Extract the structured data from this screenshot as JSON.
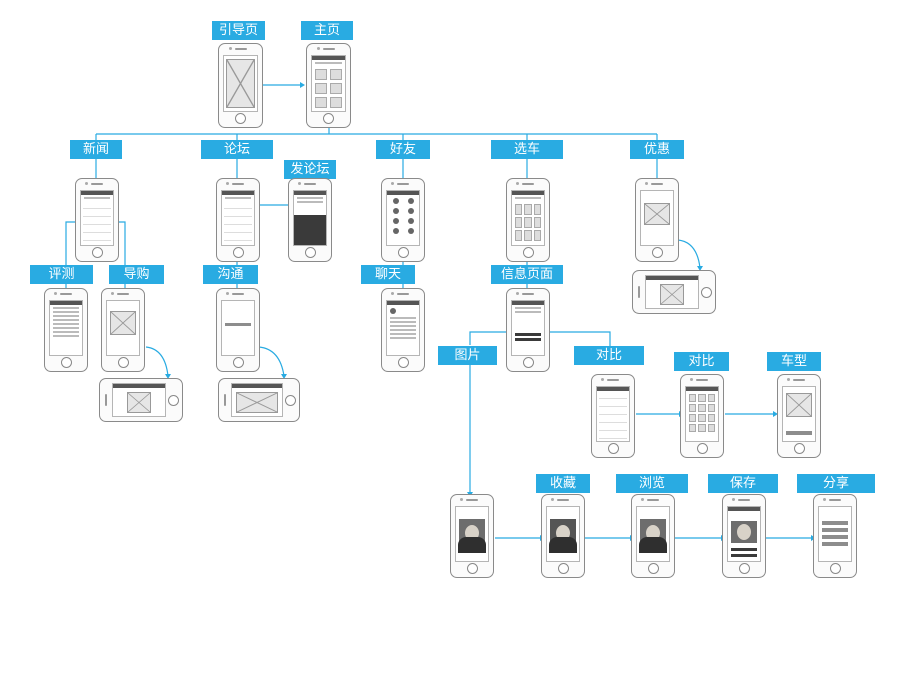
{
  "labels": {
    "splash": "引导页",
    "home": "主页",
    "news": "新闻",
    "forum": "论坛",
    "post_forum": "发论坛",
    "friends": "好友",
    "choose_car": "选车",
    "deals": "优惠",
    "review": "评测",
    "shopping_guide": "导购",
    "communicate": "沟通",
    "chat": "聊天",
    "info_page": "信息页面",
    "picture": "图片",
    "compare_1": "对比",
    "compare_2": "对比",
    "car_model": "车型",
    "favorite": "收藏",
    "browse": "浏览",
    "save": "保存",
    "share": "分享"
  },
  "colors": {
    "label_bg": "#29abe2",
    "connector": "#29abe2",
    "phone_frame": "#8a8a8a"
  },
  "screens": [
    {
      "id": "splash",
      "type": "placeholder"
    },
    {
      "id": "home",
      "type": "menu"
    },
    {
      "id": "news",
      "type": "list"
    },
    {
      "id": "forum",
      "type": "list"
    },
    {
      "id": "post_forum",
      "type": "keyboard"
    },
    {
      "id": "friends",
      "type": "contacts"
    },
    {
      "id": "choose_car",
      "type": "grid"
    },
    {
      "id": "deals",
      "type": "dark-media"
    },
    {
      "id": "deals_land",
      "type": "landscape"
    },
    {
      "id": "review",
      "type": "text"
    },
    {
      "id": "shopping_guide",
      "type": "dark-media"
    },
    {
      "id": "shopping_guide_land",
      "type": "landscape"
    },
    {
      "id": "communicate",
      "type": "dark-media"
    },
    {
      "id": "communicate_land",
      "type": "landscape"
    },
    {
      "id": "chat",
      "type": "chat"
    },
    {
      "id": "info_page",
      "type": "info"
    },
    {
      "id": "compare_1",
      "type": "table"
    },
    {
      "id": "compare_2",
      "type": "keypad"
    },
    {
      "id": "car_model",
      "type": "dark-media"
    },
    {
      "id": "picture",
      "type": "photo"
    },
    {
      "id": "favorite",
      "type": "photo-dark"
    },
    {
      "id": "browse",
      "type": "photo"
    },
    {
      "id": "save",
      "type": "photo-menu"
    },
    {
      "id": "share",
      "type": "share-menu"
    }
  ]
}
